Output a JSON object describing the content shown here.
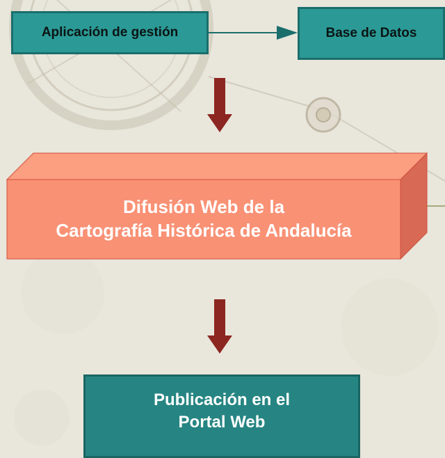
{
  "diagram": {
    "nodes": {
      "app": {
        "label": "Aplicación de gestión"
      },
      "database": {
        "label": "Base de Datos"
      },
      "dissemination": {
        "line1": "Difusión Web de la",
        "line2": "Cartografía Histórica de Andalucía"
      },
      "publication": {
        "line1": "Publicación en el",
        "line2": "Portal Web"
      }
    },
    "edges": [
      {
        "from": "app",
        "to": "database"
      },
      {
        "from": "app",
        "to": "dissemination"
      },
      {
        "from": "dissemination",
        "to": "publication"
      }
    ]
  },
  "colors": {
    "teal_light": "#2b9a96",
    "teal_dark": "#268582",
    "salmon": "#f99175",
    "arrow_red": "#8c2620"
  }
}
